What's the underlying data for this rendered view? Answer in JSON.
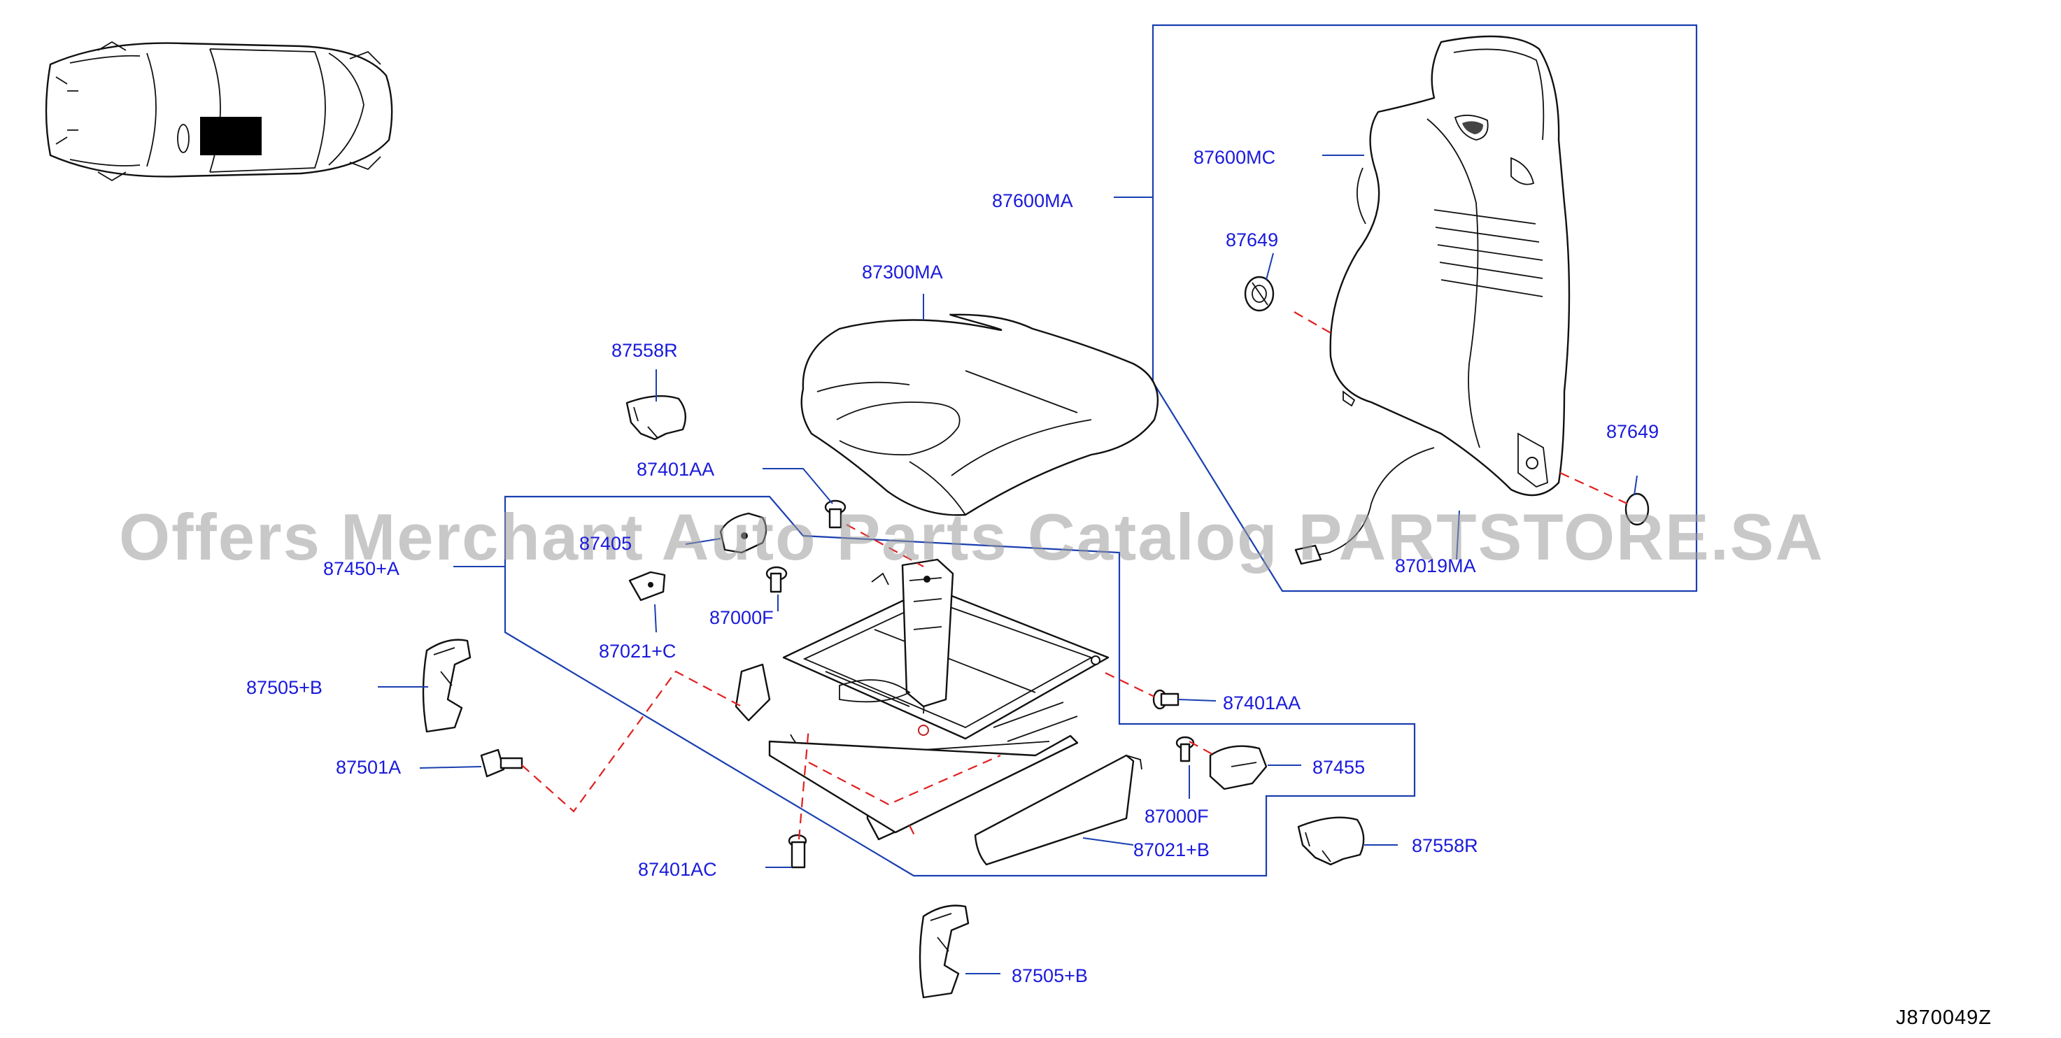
{
  "diagram_id": "J870049Z",
  "watermark": "Offers Merchant Auto Parts Catalog PARTSTORE.SA",
  "colors": {
    "label_text": "#1a1adc",
    "leader_line": "#1a3fb0",
    "dashed_guide": "#e02020",
    "drawing": "#111111",
    "watermark": "#9a9a9a"
  },
  "labels": {
    "seat_back_assembly": "87600MA",
    "seat_back_trim": "87600MC",
    "clip_upper": "87649",
    "clip_lower": "87649",
    "harness": "87019MA",
    "cushion_trim": "87300MA",
    "finisher_top": "87558R",
    "bolt_top": "87401AA",
    "partial_hidden": "87405",
    "cushion_frame": "87450+A",
    "screw_front": "87000F",
    "bracket_c": "87021+C",
    "cover_left_upper": "87505+B",
    "bolt_left": "87501A",
    "bolt_right": "87401AA",
    "knob_right": "87455",
    "screw_right": "87000F",
    "finisher_side": "87021+B",
    "finisher_right": "87558R",
    "bolt_bottom": "87401AC",
    "cover_left_lower": "87505+B"
  }
}
